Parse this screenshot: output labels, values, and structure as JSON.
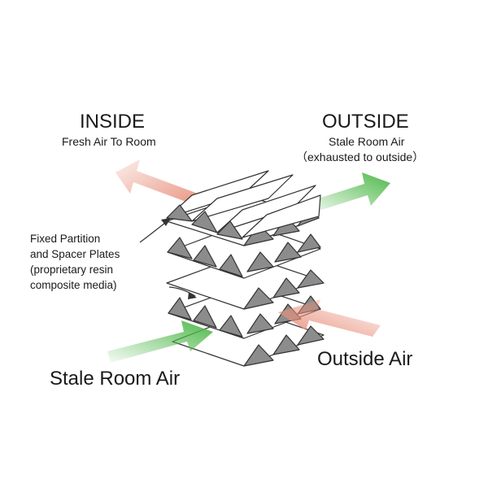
{
  "inside": {
    "heading": "INSIDE",
    "caption": "Fresh Air To Room"
  },
  "outside": {
    "heading": "OUTSIDE",
    "caption_line1": "Stale Room Air",
    "caption_line2": "（exhausted to outside）"
  },
  "partition_note": {
    "line1": "Fixed Partition",
    "line2": "and Spacer Plates",
    "line3": "(proprietary resin",
    "line4": "composite media)"
  },
  "stale_room_air_label": "Stale Room Air",
  "outside_air_label": "Outside Air",
  "colors": {
    "fresh_to_room_arrow": "#e8907c",
    "exhaust_arrow": "#4fb84a",
    "stale_in_arrow": "#4fb84a",
    "outside_in_arrow": "#e8907c",
    "plate_outline": "#333333",
    "spacer_fill": "#8c8c8c"
  }
}
